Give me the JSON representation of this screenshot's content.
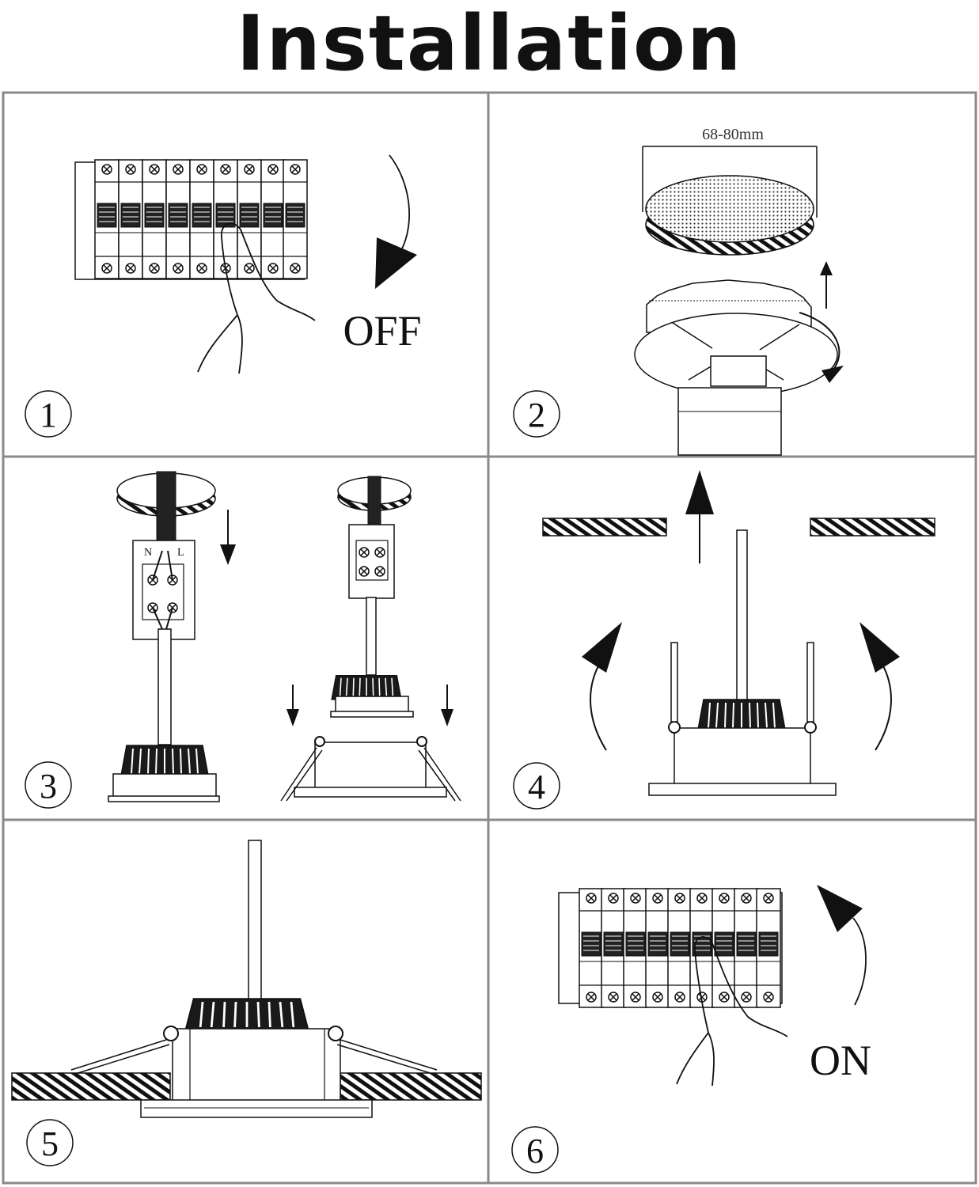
{
  "title": "Installation",
  "steps": [
    {
      "number": "1",
      "label": "OFF"
    },
    {
      "number": "2",
      "dimension": "68-80mm"
    },
    {
      "number": "3"
    },
    {
      "number": "4"
    },
    {
      "number": "5"
    },
    {
      "number": "6",
      "label": "ON"
    }
  ],
  "terminal_labels": [
    "L",
    "N"
  ],
  "colors": {
    "line": "#111111",
    "frame": "#8a8a8a",
    "background": "#ffffff"
  }
}
